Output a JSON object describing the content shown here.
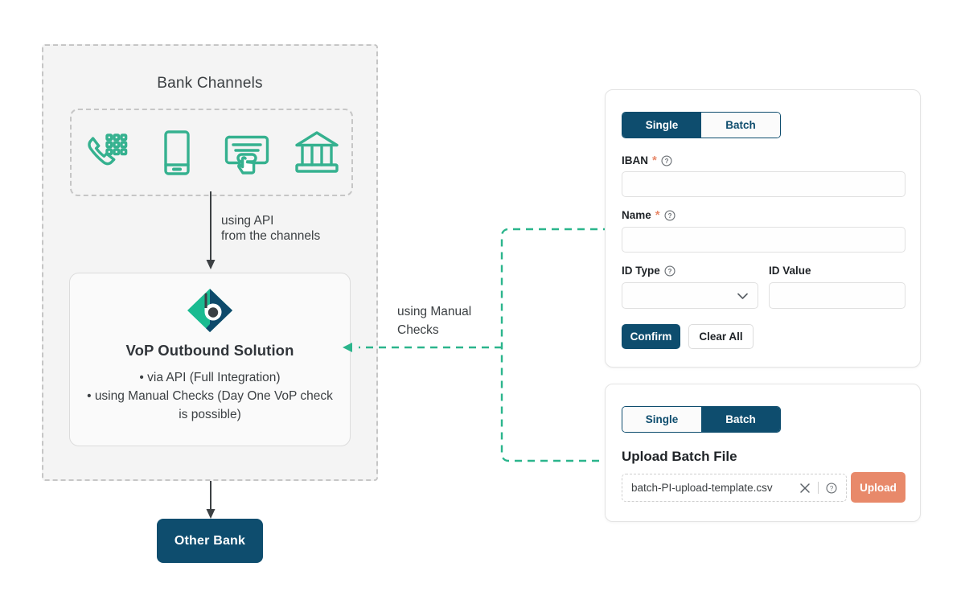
{
  "bank_channels": {
    "title": "Bank Channels",
    "icons": [
      {
        "name": "phone-keypad-icon",
        "label": "Phone Banking"
      },
      {
        "name": "mobile-phone-icon",
        "label": "Mobile Banking"
      },
      {
        "name": "touchscreen-tap-icon",
        "label": "Online / Kiosk"
      },
      {
        "name": "bank-building-icon",
        "label": "Branch"
      }
    ]
  },
  "api_flow": {
    "label": "using API\nfrom the channels"
  },
  "vop": {
    "logo_name": "vop-diamond-logo",
    "title": "VoP Outbound Solution",
    "bullets": [
      "via API (Full Integration)",
      "using Manual Checks (Day One VoP check is possible)"
    ]
  },
  "other_bank": {
    "label": "Other Bank"
  },
  "manual_flow": {
    "label": "using Manual\nChecks"
  },
  "single_card": {
    "tabs": [
      {
        "label": "Single",
        "active": true
      },
      {
        "label": "Batch",
        "active": false
      }
    ],
    "fields": {
      "iban": {
        "label": "IBAN",
        "required_mark": "*",
        "value": "",
        "placeholder": ""
      },
      "name": {
        "label": "Name",
        "required_mark": "*",
        "value": "",
        "placeholder": ""
      },
      "id_type": {
        "label": "ID Type",
        "value": "",
        "placeholder": ""
      },
      "id_value": {
        "label": "ID Value",
        "value": "",
        "placeholder": ""
      }
    },
    "buttons": {
      "confirm": "Confirm",
      "clear_all": "Clear All"
    }
  },
  "batch_card": {
    "tabs": [
      {
        "label": "Single",
        "active": false
      },
      {
        "label": "Batch",
        "active": true
      }
    ],
    "heading": "Upload Batch File",
    "file_name": "batch-PI-upload-template.csv",
    "upload_button": "Upload"
  },
  "colors": {
    "brand_navy": "#0e4d6e",
    "brand_teal": "#35b18f",
    "accent_salmon": "#e8896a",
    "panel_gray": "#f4f4f4",
    "dashed_gray": "#c6c6c6",
    "text_dark": "#3c4043"
  }
}
